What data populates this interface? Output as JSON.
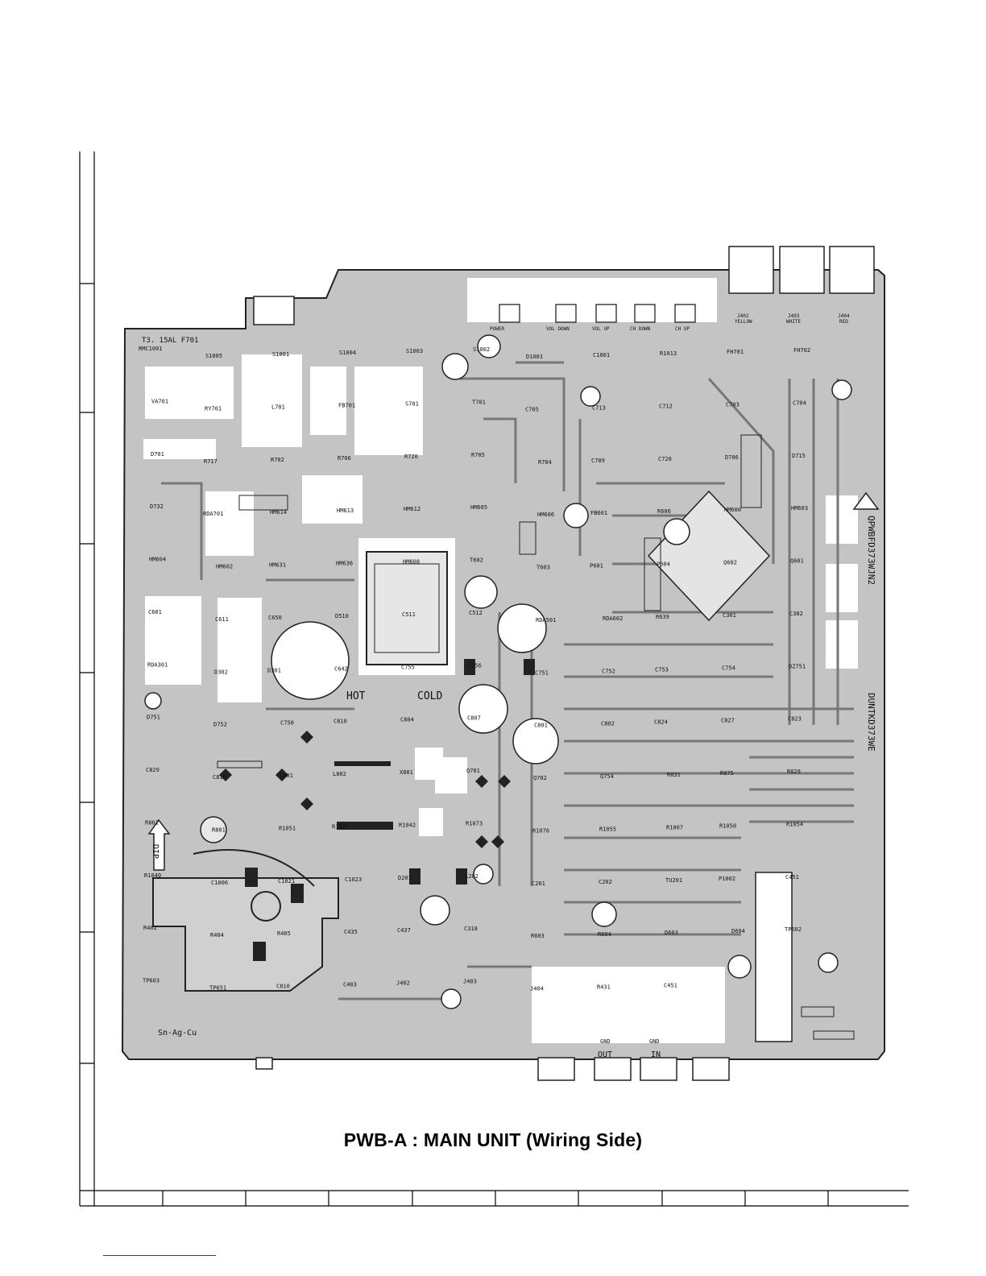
{
  "caption": "PWB-A : MAIN UNIT (Wiring Side)",
  "board_labels": {
    "board_code_right": "QPWBFD373WJN2",
    "unit_code_right": "DUNTKD373WE",
    "hot": "HOT",
    "cold": "COLD",
    "fuse": "T3. 15AL  F701",
    "dip": "DIP",
    "solder": "Sn-Ag-Cu",
    "out": "OUT",
    "in": "IN",
    "gnd": "GND"
  },
  "switches": [
    "POWER",
    "VOL DOWN",
    "VOL UP",
    "CH DOWN",
    "CH UP"
  ],
  "jacks": [
    {
      "ref": "J402",
      "color": "YELLOW"
    },
    {
      "ref": "J403",
      "color": "WHITE"
    },
    {
      "ref": "J404",
      "color": "RED"
    }
  ],
  "component_refs": [
    "RMC1001",
    "S1005",
    "S1001",
    "S1004",
    "S1003",
    "S1002",
    "D1001",
    "C1001",
    "R1013",
    "FH701",
    "FH702",
    "VA701",
    "RY701",
    "L701",
    "FB701",
    "S701",
    "T701",
    "C705",
    "C713",
    "C712",
    "C703",
    "C704",
    "D701",
    "R717",
    "R702",
    "R706",
    "R720",
    "R705",
    "R704",
    "C709",
    "C720",
    "D706",
    "D715",
    "D732",
    "RDA701",
    "HM614",
    "HM613",
    "HM612",
    "HM605",
    "HM606",
    "FB601",
    "R606",
    "HM600",
    "HM603",
    "HM604",
    "HM602",
    "HM631",
    "HM636",
    "HM608",
    "T602",
    "T603",
    "P601",
    "P604",
    "Q602",
    "Q601",
    "C601",
    "C611",
    "C650",
    "D510",
    "C511",
    "C512",
    "RDA501",
    "RDA602",
    "R639",
    "C301",
    "C302",
    "RDA301",
    "D302",
    "D301",
    "C642",
    "C755",
    "C756",
    "C751",
    "C752",
    "C753",
    "C754",
    "DZ751",
    "D751",
    "D752",
    "C750",
    "C810",
    "C804",
    "C807",
    "C801",
    "C802",
    "C824",
    "C827",
    "C823",
    "C829",
    "C810",
    "L801",
    "L802",
    "X801",
    "Q701",
    "Q702",
    "Q754",
    "R831",
    "R875",
    "R829",
    "R861",
    "R801",
    "R1051",
    "R1031",
    "R1042",
    "R1073",
    "R1076",
    "R1055",
    "R1007",
    "R1050",
    "R1054",
    "R1040",
    "C1006",
    "C1021",
    "C1023",
    "D201",
    "L202",
    "C201",
    "C202",
    "TU201",
    "P1002",
    "C451",
    "R402",
    "R404",
    "R405",
    "C435",
    "C437",
    "C318",
    "R603",
    "R604",
    "D603",
    "D604",
    "TP602",
    "TP603",
    "TP651",
    "C810",
    "C403",
    "J402",
    "J403",
    "J404",
    "R431",
    "C451"
  ]
}
